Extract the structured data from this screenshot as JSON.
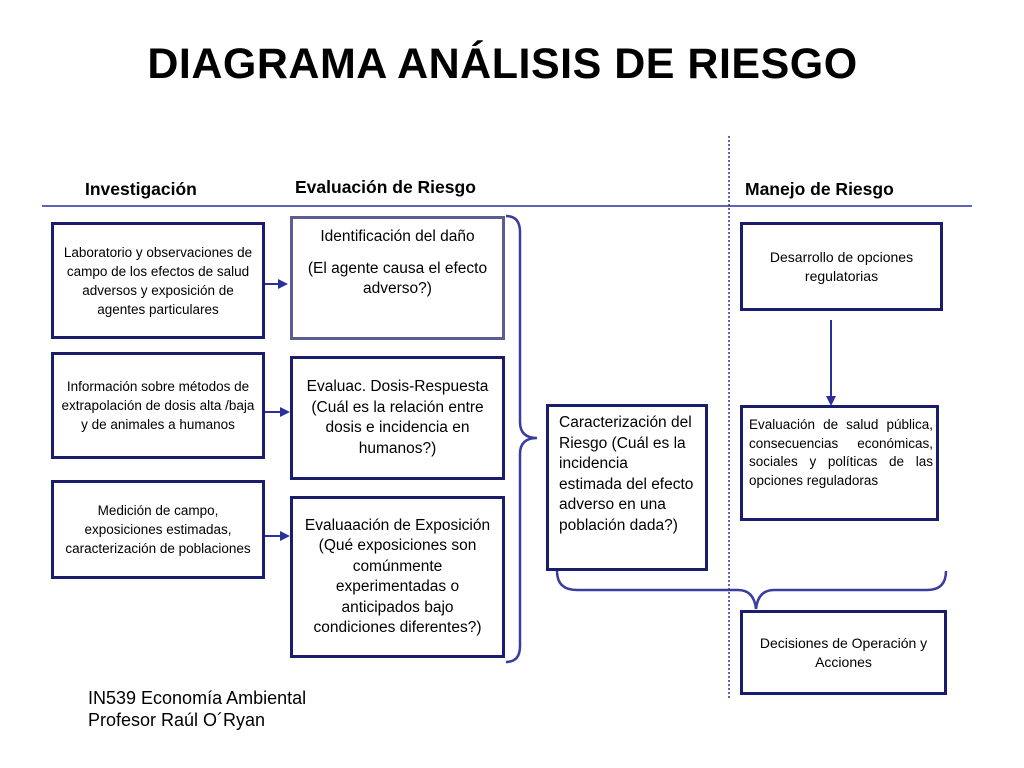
{
  "title": "DIAGRAMA ANÁLISIS DE RIESGO",
  "columns": {
    "investigation": "Investigación",
    "evaluation": "Evaluación de Riesgo",
    "management": "Manejo de Riesgo"
  },
  "investigation_boxes": [
    "Laboratorio y observaciones de campo de los efectos de salud adversos y exposición de agentes particulares",
    "Información sobre métodos de extrapolación de dosis alta /baja y de animales a humanos",
    "Medición de campo, exposiciones estimadas, caracterización de poblaciones"
  ],
  "evaluation_boxes": {
    "hazard_title": "Identificación del daño",
    "hazard_question": "(El agente causa el efecto adverso?)",
    "dose_response": "Evaluac. Dosis-Respuesta (Cuál es la relación entre dosis e incidencia en humanos?)",
    "exposure": "Evaluaación de Exposición (Qué exposiciones son comúnmente experimentadas o anticipados bajo condiciones diferentes?)"
  },
  "characterization": "Caracterización del Riesgo (Cuál es la incidencia estimada del efecto adverso en una población dada?)",
  "management_boxes": {
    "options": "Desarrollo de opciones regulatorias",
    "evaluation": "Evaluación de salud pública, consecuencias económicas, sociales y políticas de las opciones reguladoras",
    "decisions": "Decisiones de Operación y Acciones"
  },
  "footer": {
    "course": "IN539 Economía Ambiental",
    "professor": "Profesor Raúl O´Ryan"
  },
  "colors": {
    "box_border": "#1b1c6b",
    "arrow": "#2b2f9c",
    "brace": "#3a3d9e",
    "dotted_line": "#2b2f9c"
  }
}
